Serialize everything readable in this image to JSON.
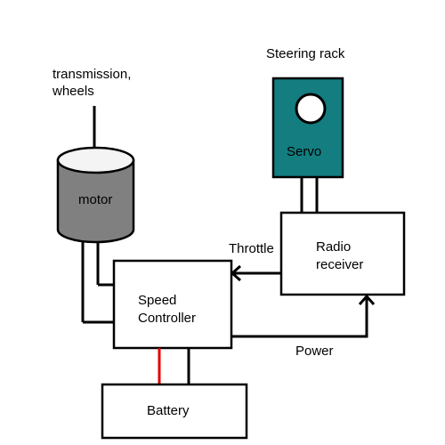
{
  "labels": {
    "steering_rack": "Steering rack",
    "servo": "Servo",
    "transmission_line1": "transmission,",
    "transmission_line2": "wheels",
    "motor": "motor",
    "radio_line1": "Radio",
    "radio_line2": "receiver",
    "throttle": "Throttle",
    "speed_controller_line1": "Speed",
    "speed_controller_line2": "Controller",
    "power": "Power",
    "battery": "Battery"
  },
  "colors": {
    "servo_fill": "#137d80",
    "motor_fill": "#808080",
    "motor_top_fill": "#f4f4f4",
    "battery_positive_wire": "#e00000",
    "line": "#000000"
  }
}
